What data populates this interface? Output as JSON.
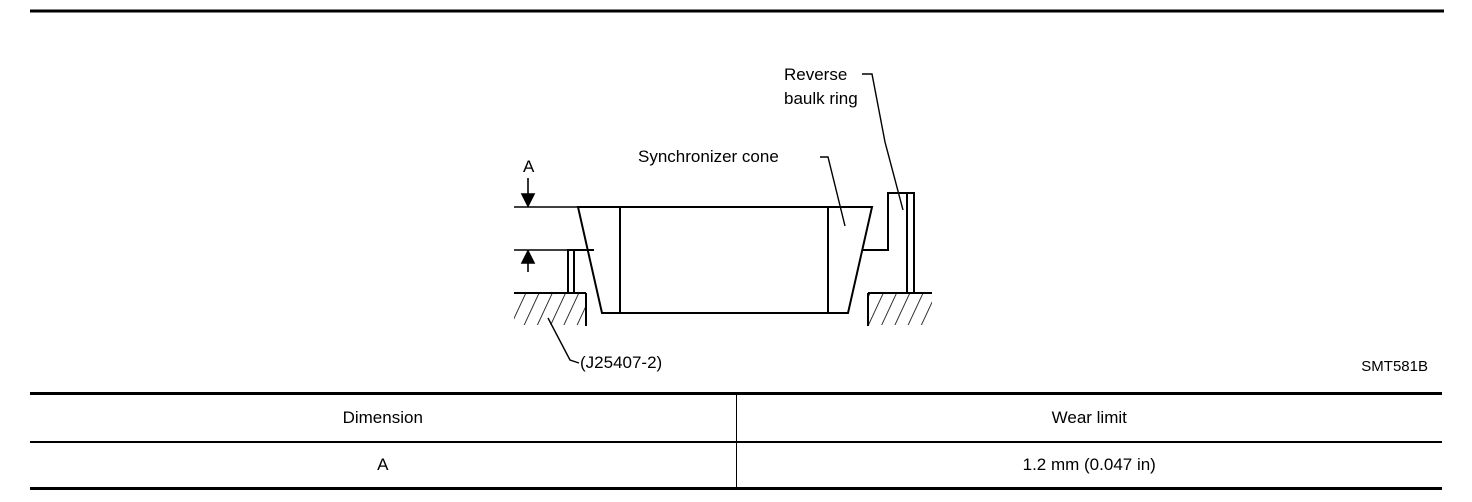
{
  "figure": {
    "labels": {
      "dimension": "A",
      "synchronizer_cone": "Synchronizer cone",
      "reverse_baulk_ring_line1": "Reverse",
      "reverse_baulk_ring_line2": "baulk ring",
      "tool": "(J25407-2)"
    },
    "reference_code": "SMT581B"
  },
  "table": {
    "headers": [
      "Dimension",
      "Wear limit"
    ],
    "rows": [
      [
        "A",
        "1.2 mm (0.047 in)"
      ]
    ]
  }
}
